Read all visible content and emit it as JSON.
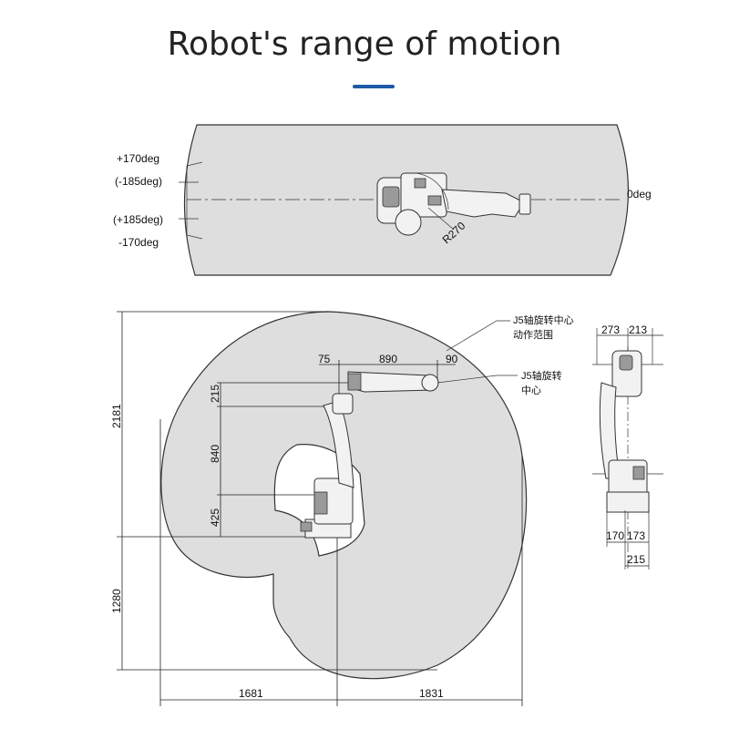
{
  "title": "Robot's range of motion",
  "accent_color": "#1e5aa8",
  "top_view": {
    "angle_labels": [
      "+170deg",
      "(-185deg)",
      "(+185deg)",
      "-170deg"
    ],
    "zero_label": "0deg",
    "radius_label": "R270"
  },
  "side_view": {
    "arm_dims": [
      "75",
      "890",
      "90"
    ],
    "vertical_dims": [
      "215",
      "840",
      "425"
    ],
    "overall_height": "2181",
    "lower_height": "1280",
    "reach_left": "1681",
    "reach_right": "1831",
    "j5_center_label": "J5轴旋转中心",
    "j5_motion_label": "J5轴旋转中心\n动作范围",
    "j5_motion_line1": "J5轴旋转中心",
    "j5_motion_line2": "动作范围",
    "j5_center_line1": "J5轴旋转",
    "j5_center_line2": "中心"
  },
  "front_view": {
    "top_dims": [
      "273",
      "213"
    ],
    "base_dims": [
      "170",
      "173"
    ],
    "bottom_dim": "215"
  }
}
